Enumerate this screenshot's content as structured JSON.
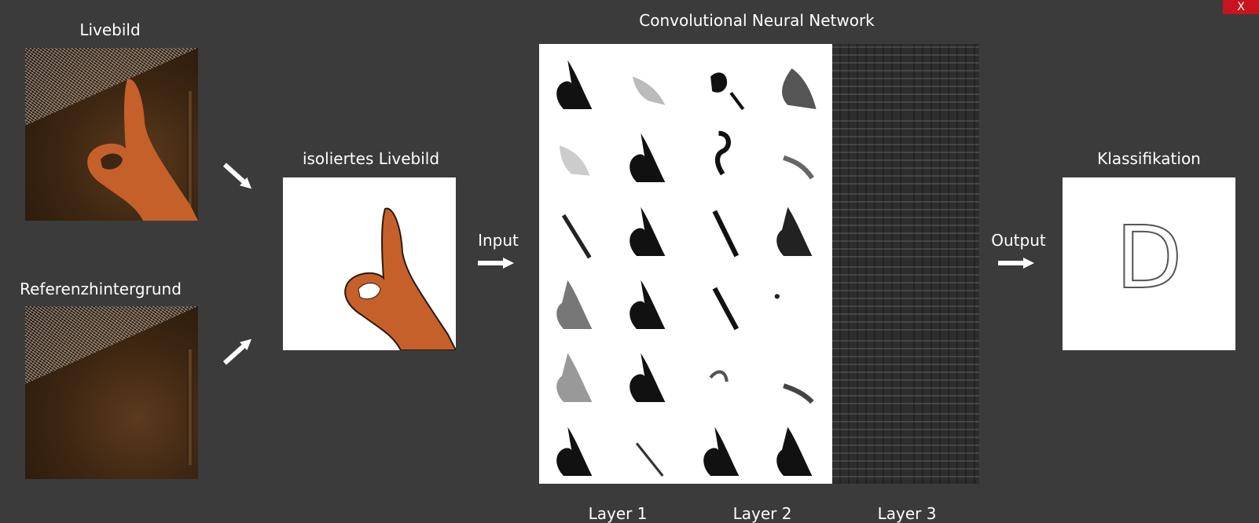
{
  "window": {
    "close_label": "X"
  },
  "labels": {
    "livebild": "Livebild",
    "referenz": "Referenzhintergrund",
    "isoliert": "isoliertes Livebild",
    "cnn_title": "Convolutional Neural Network",
    "input": "Input",
    "output": "Output",
    "klassifikation": "Klassifikation"
  },
  "layers": [
    "Layer 1",
    "Layer 2",
    "Layer 3"
  ],
  "classification": {
    "letter": "D"
  }
}
